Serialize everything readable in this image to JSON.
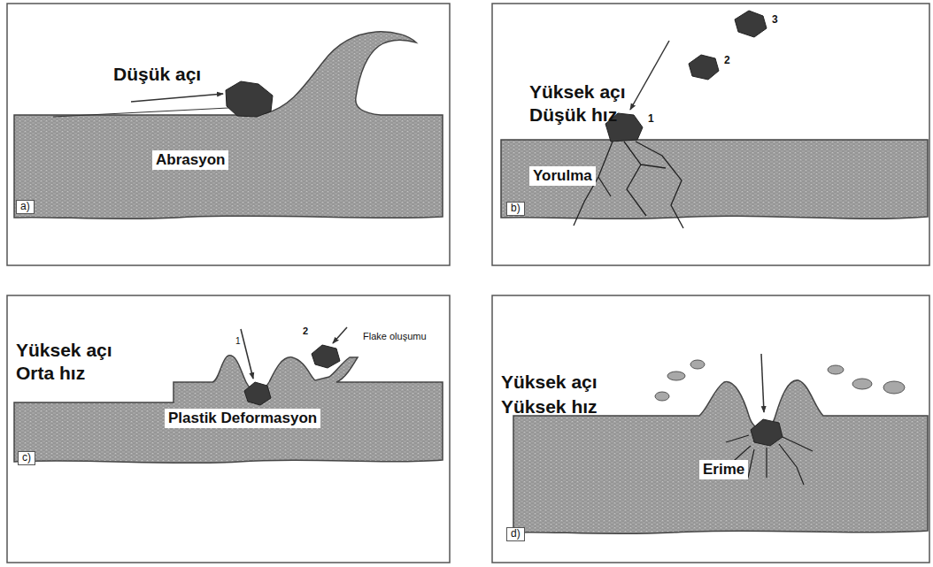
{
  "diagram": {
    "labels": [
      "Düşük açı",
      "Abrasyon",
      "a)",
      "3",
      "2",
      "1",
      "Yüksek açı",
      "Düşük hız",
      "Yorulma",
      "b)",
      "Yüksek açı",
      "Orta hız",
      "1",
      "2",
      "Flake oluşumu",
      "Plastik Deformasyon",
      "c)",
      "Yüksek açı",
      "Yüksek hız",
      "Erime",
      "d)"
    ]
  }
}
